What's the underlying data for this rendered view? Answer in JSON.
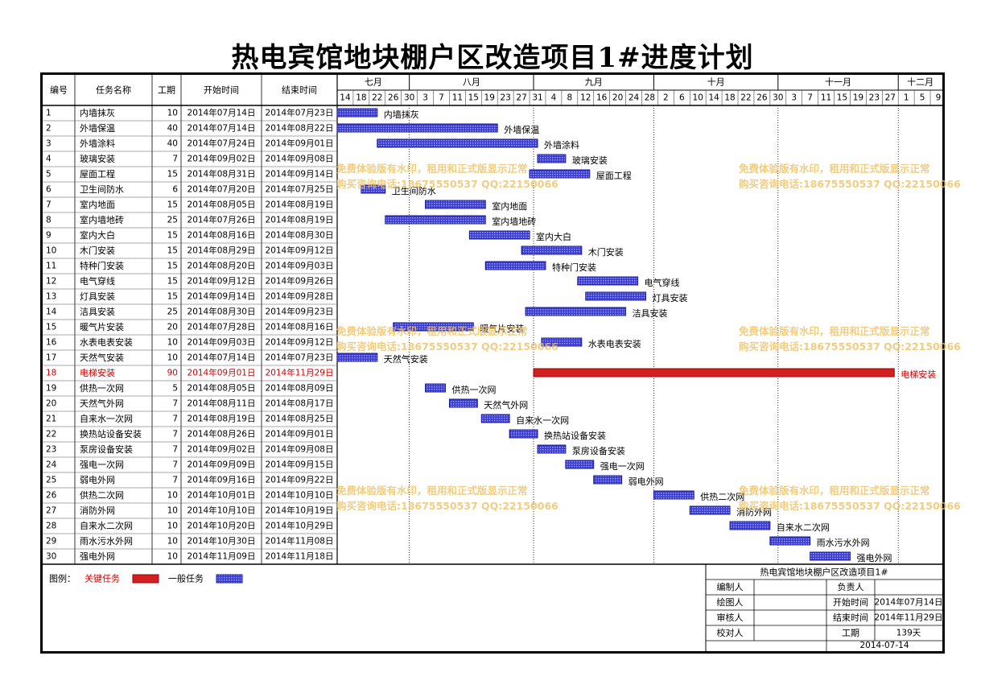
{
  "title": "热电宾馆地块棚户区改造项目1#进度计划",
  "headers": {
    "no": "编号",
    "name": "任务名称",
    "dur": "工期",
    "start": "开始时间",
    "end": "结束时间"
  },
  "months": [
    {
      "label": "七月",
      "start": "2014-07-14",
      "end": "2014-07-31"
    },
    {
      "label": "八月",
      "start": "2014-08-01",
      "end": "2014-08-31"
    },
    {
      "label": "九月",
      "start": "2014-09-01",
      "end": "2014-09-30"
    },
    {
      "label": "十月",
      "start": "2014-10-01",
      "end": "2014-10-31"
    },
    {
      "label": "十一月",
      "start": "2014-11-01",
      "end": "2014-11-30"
    },
    {
      "label": "十二月",
      "start": "2014-12-01",
      "end": "2014-12-12"
    }
  ],
  "chart_data": {
    "type": "gantt",
    "x_range": [
      "2014-07-14",
      "2014-12-12"
    ],
    "ticks": [
      {
        "label": "14",
        "date": "2014-07-14"
      },
      {
        "label": "18",
        "date": "2014-07-18"
      },
      {
        "label": "22",
        "date": "2014-07-22"
      },
      {
        "label": "26",
        "date": "2014-07-26"
      },
      {
        "label": "30",
        "date": "2014-07-30"
      },
      {
        "label": "3",
        "date": "2014-08-03"
      },
      {
        "label": "7",
        "date": "2014-08-07"
      },
      {
        "label": "11",
        "date": "2014-08-11"
      },
      {
        "label": "15",
        "date": "2014-08-15"
      },
      {
        "label": "19",
        "date": "2014-08-19"
      },
      {
        "label": "23",
        "date": "2014-08-23"
      },
      {
        "label": "27",
        "date": "2014-08-27"
      },
      {
        "label": "31",
        "date": "2014-08-31"
      },
      {
        "label": "4",
        "date": "2014-09-04"
      },
      {
        "label": "8",
        "date": "2014-09-08"
      },
      {
        "label": "12",
        "date": "2014-09-12"
      },
      {
        "label": "16",
        "date": "2014-09-16"
      },
      {
        "label": "20",
        "date": "2014-09-20"
      },
      {
        "label": "24",
        "date": "2014-09-24"
      },
      {
        "label": "28",
        "date": "2014-09-28"
      },
      {
        "label": "2",
        "date": "2014-10-02"
      },
      {
        "label": "6",
        "date": "2014-10-06"
      },
      {
        "label": "10",
        "date": "2014-10-10"
      },
      {
        "label": "14",
        "date": "2014-10-14"
      },
      {
        "label": "18",
        "date": "2014-10-18"
      },
      {
        "label": "22",
        "date": "2014-10-22"
      },
      {
        "label": "26",
        "date": "2014-10-26"
      },
      {
        "label": "30",
        "date": "2014-10-30"
      },
      {
        "label": "3",
        "date": "2014-11-03"
      },
      {
        "label": "7",
        "date": "2014-11-07"
      },
      {
        "label": "11",
        "date": "2014-11-11"
      },
      {
        "label": "15",
        "date": "2014-11-15"
      },
      {
        "label": "19",
        "date": "2014-11-19"
      },
      {
        "label": "23",
        "date": "2014-11-23"
      },
      {
        "label": "27",
        "date": "2014-11-27"
      },
      {
        "label": "1",
        "date": "2014-12-01"
      },
      {
        "label": "5",
        "date": "2014-12-05"
      },
      {
        "label": "9",
        "date": "2014-12-09"
      }
    ],
    "tasks": [
      {
        "no": 1,
        "name": "内墙抹灰",
        "dur": 10,
        "start": "2014年07月14日",
        "end": "2014年07月23日",
        "s": "2014-07-14",
        "e": "2014-07-23",
        "critical": false
      },
      {
        "no": 2,
        "name": "外墙保温",
        "dur": 40,
        "start": "2014年07月14日",
        "end": "2014年08月22日",
        "s": "2014-07-14",
        "e": "2014-08-22",
        "critical": false
      },
      {
        "no": 3,
        "name": "外墙涂料",
        "dur": 40,
        "start": "2014年07月24日",
        "end": "2014年09月01日",
        "s": "2014-07-24",
        "e": "2014-09-01",
        "critical": false
      },
      {
        "no": 4,
        "name": "玻璃安装",
        "dur": 7,
        "start": "2014年09月02日",
        "end": "2014年09月08日",
        "s": "2014-09-02",
        "e": "2014-09-08",
        "critical": false
      },
      {
        "no": 5,
        "name": "屋面工程",
        "dur": 15,
        "start": "2014年08月31日",
        "end": "2014年09月14日",
        "s": "2014-08-31",
        "e": "2014-09-14",
        "critical": false
      },
      {
        "no": 6,
        "name": "卫生间防水",
        "dur": 6,
        "start": "2014年07月20日",
        "end": "2014年07月25日",
        "s": "2014-07-20",
        "e": "2014-07-25",
        "critical": false
      },
      {
        "no": 7,
        "name": "室内地面",
        "dur": 15,
        "start": "2014年08月05日",
        "end": "2014年08月19日",
        "s": "2014-08-05",
        "e": "2014-08-19",
        "critical": false
      },
      {
        "no": 8,
        "name": "室内墙地砖",
        "dur": 25,
        "start": "2014年07月26日",
        "end": "2014年08月19日",
        "s": "2014-07-26",
        "e": "2014-08-19",
        "critical": false
      },
      {
        "no": 9,
        "name": "室内大白",
        "dur": 15,
        "start": "2014年08月16日",
        "end": "2014年08月30日",
        "s": "2014-08-16",
        "e": "2014-08-30",
        "critical": false
      },
      {
        "no": 10,
        "name": "木门安装",
        "dur": 15,
        "start": "2014年08月29日",
        "end": "2014年09月12日",
        "s": "2014-08-29",
        "e": "2014-09-12",
        "critical": false
      },
      {
        "no": 11,
        "name": "特种门安装",
        "dur": 15,
        "start": "2014年08月20日",
        "end": "2014年09月03日",
        "s": "2014-08-20",
        "e": "2014-09-03",
        "critical": false
      },
      {
        "no": 12,
        "name": "电气穿线",
        "dur": 15,
        "start": "2014年09月12日",
        "end": "2014年09月26日",
        "s": "2014-09-12",
        "e": "2014-09-26",
        "critical": false
      },
      {
        "no": 13,
        "name": "灯具安装",
        "dur": 15,
        "start": "2014年09月14日",
        "end": "2014年09月28日",
        "s": "2014-09-14",
        "e": "2014-09-28",
        "critical": false
      },
      {
        "no": 14,
        "name": "洁具安装",
        "dur": 25,
        "start": "2014年08月30日",
        "end": "2014年09月23日",
        "s": "2014-08-30",
        "e": "2014-09-23",
        "critical": false
      },
      {
        "no": 15,
        "name": "暖气片安装",
        "dur": 20,
        "start": "2014年07月28日",
        "end": "2014年08月16日",
        "s": "2014-07-28",
        "e": "2014-08-16",
        "critical": false
      },
      {
        "no": 16,
        "name": "水表电表安装",
        "dur": 10,
        "start": "2014年09月03日",
        "end": "2014年09月12日",
        "s": "2014-09-03",
        "e": "2014-09-12",
        "critical": false
      },
      {
        "no": 17,
        "name": "天然气安装",
        "dur": 10,
        "start": "2014年07月14日",
        "end": "2014年07月23日",
        "s": "2014-07-14",
        "e": "2014-07-23",
        "critical": false
      },
      {
        "no": 18,
        "name": "电梯安装",
        "dur": 90,
        "start": "2014年09月01日",
        "end": "2014年11月29日",
        "s": "2014-09-01",
        "e": "2014-11-29",
        "critical": true
      },
      {
        "no": 19,
        "name": "供热一次网",
        "dur": 5,
        "start": "2014年08月05日",
        "end": "2014年08月09日",
        "s": "2014-08-05",
        "e": "2014-08-09",
        "critical": false
      },
      {
        "no": 20,
        "name": "天然气外网",
        "dur": 7,
        "start": "2014年08月11日",
        "end": "2014年08月17日",
        "s": "2014-08-11",
        "e": "2014-08-17",
        "critical": false
      },
      {
        "no": 21,
        "name": "自来水一次网",
        "dur": 7,
        "start": "2014年08月19日",
        "end": "2014年08月25日",
        "s": "2014-08-19",
        "e": "2014-08-25",
        "critical": false
      },
      {
        "no": 22,
        "name": "换热站设备安装",
        "dur": 7,
        "start": "2014年08月26日",
        "end": "2014年09月01日",
        "s": "2014-08-26",
        "e": "2014-09-01",
        "critical": false
      },
      {
        "no": 23,
        "name": "泵房设备安装",
        "dur": 7,
        "start": "2014年09月02日",
        "end": "2014年09月08日",
        "s": "2014-09-02",
        "e": "2014-09-08",
        "critical": false
      },
      {
        "no": 24,
        "name": "强电一次网",
        "dur": 7,
        "start": "2014年09月09日",
        "end": "2014年09月15日",
        "s": "2014-09-09",
        "e": "2014-09-15",
        "critical": false
      },
      {
        "no": 25,
        "name": "弱电外网",
        "dur": 7,
        "start": "2014年09月16日",
        "end": "2014年09月22日",
        "s": "2014-09-16",
        "e": "2014-09-22",
        "critical": false
      },
      {
        "no": 26,
        "name": "供热二次网",
        "dur": 10,
        "start": "2014年10月01日",
        "end": "2014年10月10日",
        "s": "2014-10-01",
        "e": "2014-10-10",
        "critical": false
      },
      {
        "no": 27,
        "name": "消防外网",
        "dur": 10,
        "start": "2014年10月10日",
        "end": "2014年10月19日",
        "s": "2014-10-10",
        "e": "2014-10-19",
        "critical": false
      },
      {
        "no": 28,
        "name": "自来水二次网",
        "dur": 10,
        "start": "2014年10月20日",
        "end": "2014年10月29日",
        "s": "2014-10-20",
        "e": "2014-10-29",
        "critical": false
      },
      {
        "no": 29,
        "name": "雨水污水外网",
        "dur": 10,
        "start": "2014年10月30日",
        "end": "2014年11月08日",
        "s": "2014-10-30",
        "e": "2014-11-08",
        "critical": false
      },
      {
        "no": 30,
        "name": "强电外网",
        "dur": 10,
        "start": "2014年11月09日",
        "end": "2014年11月18日",
        "s": "2014-11-09",
        "e": "2014-11-18",
        "critical": false
      }
    ]
  },
  "legend": {
    "label": "图例：",
    "critical": "关键任务",
    "normal": "一般任务",
    "critical_color": "#d02020",
    "normal_color": "#3a3ad0"
  },
  "info_box": {
    "title": "热电宾馆地块棚户区改造项目1#",
    "rows": [
      [
        "编制人",
        "",
        "负责人",
        ""
      ],
      [
        "绘图人",
        "",
        "开始时间",
        "2014年07月14日"
      ],
      [
        "审核人",
        "",
        "结束时间",
        "2014年11月29日"
      ],
      [
        "校对人",
        "",
        "工期",
        "139天"
      ]
    ],
    "date": "2014-07-14"
  },
  "watermark": {
    "line1": "免费体验版有水印，租用和正式版显示正常",
    "line2": "购买咨询电话:18675550537 QQ:22150066"
  },
  "colors": {
    "critical": "#d02020",
    "normal": "#3a3ad0",
    "normal_fill": "#7070e8",
    "critical_text": "#d00000",
    "watermark": "#f0c060"
  }
}
